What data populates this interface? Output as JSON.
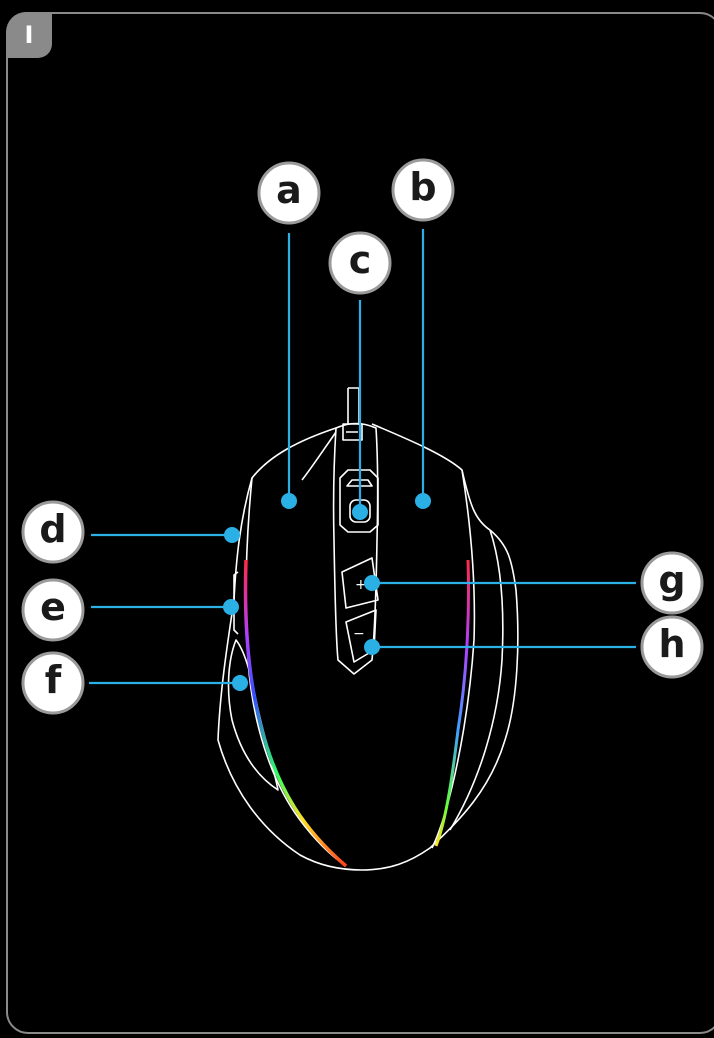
{
  "page": {
    "section_tab": "I"
  },
  "callouts": [
    {
      "id": "a",
      "label": "a"
    },
    {
      "id": "b",
      "label": "b"
    },
    {
      "id": "c",
      "label": "c"
    },
    {
      "id": "d",
      "label": "d"
    },
    {
      "id": "e",
      "label": "e"
    },
    {
      "id": "f",
      "label": "f"
    },
    {
      "id": "g",
      "label": "g"
    },
    {
      "id": "h",
      "label": "h"
    }
  ],
  "colors": {
    "leader": "#2bb0e6",
    "mouse_outline": "#ffffff",
    "frame": "#8a8a8a",
    "circle_fill": "#ffffff",
    "circle_stroke": "#9a9a9a"
  },
  "dpi_buttons": {
    "plus": "+",
    "minus": "−"
  }
}
